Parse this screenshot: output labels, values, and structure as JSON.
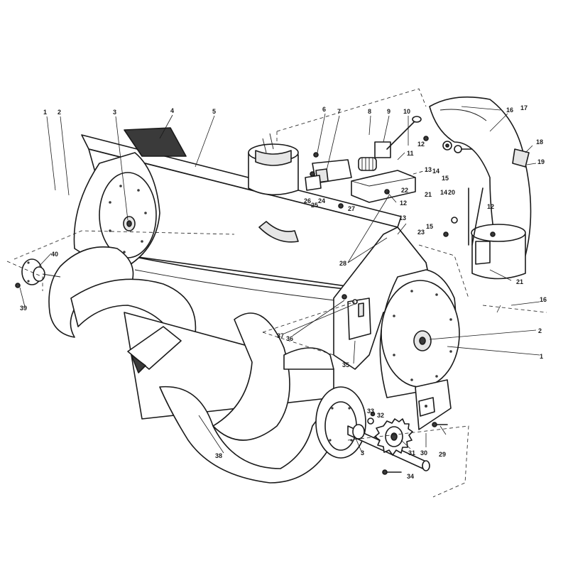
{
  "callouts": [
    {
      "id": "c1a",
      "text": "1"
    },
    {
      "id": "c2a",
      "text": "2"
    },
    {
      "id": "c3a",
      "text": "3"
    },
    {
      "id": "c4",
      "text": "4"
    },
    {
      "id": "c5",
      "text": "5"
    },
    {
      "id": "c6",
      "text": "6"
    },
    {
      "id": "c7",
      "text": "7"
    },
    {
      "id": "c8",
      "text": "8"
    },
    {
      "id": "c9",
      "text": "9"
    },
    {
      "id": "c10",
      "text": "10"
    },
    {
      "id": "c11",
      "text": "11"
    },
    {
      "id": "c12a",
      "text": "12"
    },
    {
      "id": "c12b",
      "text": "12"
    },
    {
      "id": "c12c",
      "text": "12"
    },
    {
      "id": "c13a",
      "text": "13"
    },
    {
      "id": "c13b",
      "text": "13"
    },
    {
      "id": "c14a",
      "text": "14"
    },
    {
      "id": "c14b",
      "text": "14"
    },
    {
      "id": "c15a",
      "text": "15"
    },
    {
      "id": "c15b",
      "text": "15"
    },
    {
      "id": "c16a",
      "text": "16"
    },
    {
      "id": "c16b",
      "text": "16"
    },
    {
      "id": "c17",
      "text": "17"
    },
    {
      "id": "c18",
      "text": "18"
    },
    {
      "id": "c19",
      "text": "19"
    },
    {
      "id": "c20",
      "text": "20"
    },
    {
      "id": "c21a",
      "text": "21"
    },
    {
      "id": "c21b",
      "text": "21"
    },
    {
      "id": "c22",
      "text": "22"
    },
    {
      "id": "c23",
      "text": "23"
    },
    {
      "id": "c24",
      "text": "24"
    },
    {
      "id": "c25",
      "text": "25"
    },
    {
      "id": "c26",
      "text": "26"
    },
    {
      "id": "c27",
      "text": "27"
    },
    {
      "id": "c28",
      "text": "28"
    },
    {
      "id": "c2b",
      "text": "2"
    },
    {
      "id": "c1b",
      "text": "1"
    },
    {
      "id": "c29",
      "text": "29"
    },
    {
      "id": "c30",
      "text": "30"
    },
    {
      "id": "c31",
      "text": "31"
    },
    {
      "id": "c3b",
      "text": "3"
    },
    {
      "id": "c32",
      "text": "32"
    },
    {
      "id": "c33",
      "text": "33"
    },
    {
      "id": "c34",
      "text": "34"
    },
    {
      "id": "c35",
      "text": "35"
    },
    {
      "id": "c36",
      "text": "36"
    },
    {
      "id": "c37",
      "text": "37"
    },
    {
      "id": "c38",
      "text": "38"
    },
    {
      "id": "c39",
      "text": "39"
    },
    {
      "id": "c40",
      "text": "40"
    }
  ]
}
